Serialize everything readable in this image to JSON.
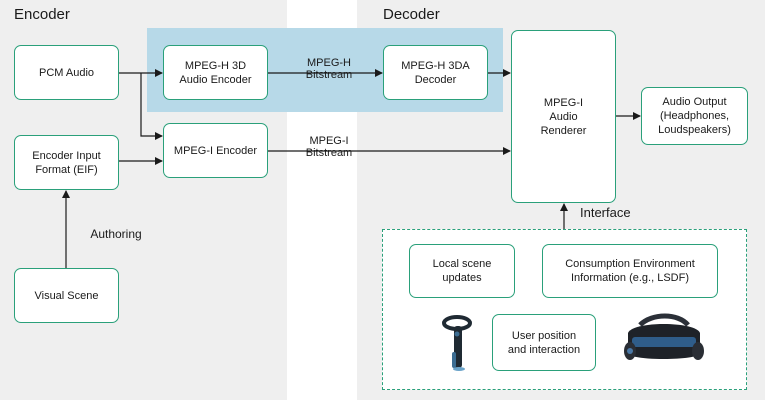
{
  "headers": {
    "encoder": "Encoder",
    "decoder": "Decoder"
  },
  "blocks": {
    "pcm_audio": "PCM Audio",
    "mpegh_encoder": "MPEG-H 3D\nAudio Encoder",
    "mpegh_decoder": "MPEG-H 3DA\nDecoder",
    "mpegi_renderer": "MPEG-I\nAudio\nRenderer",
    "audio_output": "Audio Output\n(Headphones,\nLoudspeakers)",
    "eif": "Encoder Input\nFormat (EIF)",
    "mpegi_encoder": "MPEG-I Encoder",
    "visual_scene": "Visual Scene",
    "local_scene_updates": "Local scene\nupdates",
    "consumption_env": "Consumption Environment\nInformation (e.g., LSDF)",
    "user_position": "User position\nand interaction"
  },
  "labels": {
    "mpegh_bitstream": "MPEG-H\nBitstream",
    "mpegi_bitstream": "MPEG-I\nBitstream",
    "authoring": "Authoring",
    "interface": "Interface"
  },
  "icons": {
    "controller": "vr-controller-icon",
    "headset": "vr-headset-icon"
  },
  "colors": {
    "box_border": "#2aa07a",
    "zone_bg": "#efefef",
    "highlight": "#b7d9e8",
    "arrow": "#1a1a1a"
  }
}
